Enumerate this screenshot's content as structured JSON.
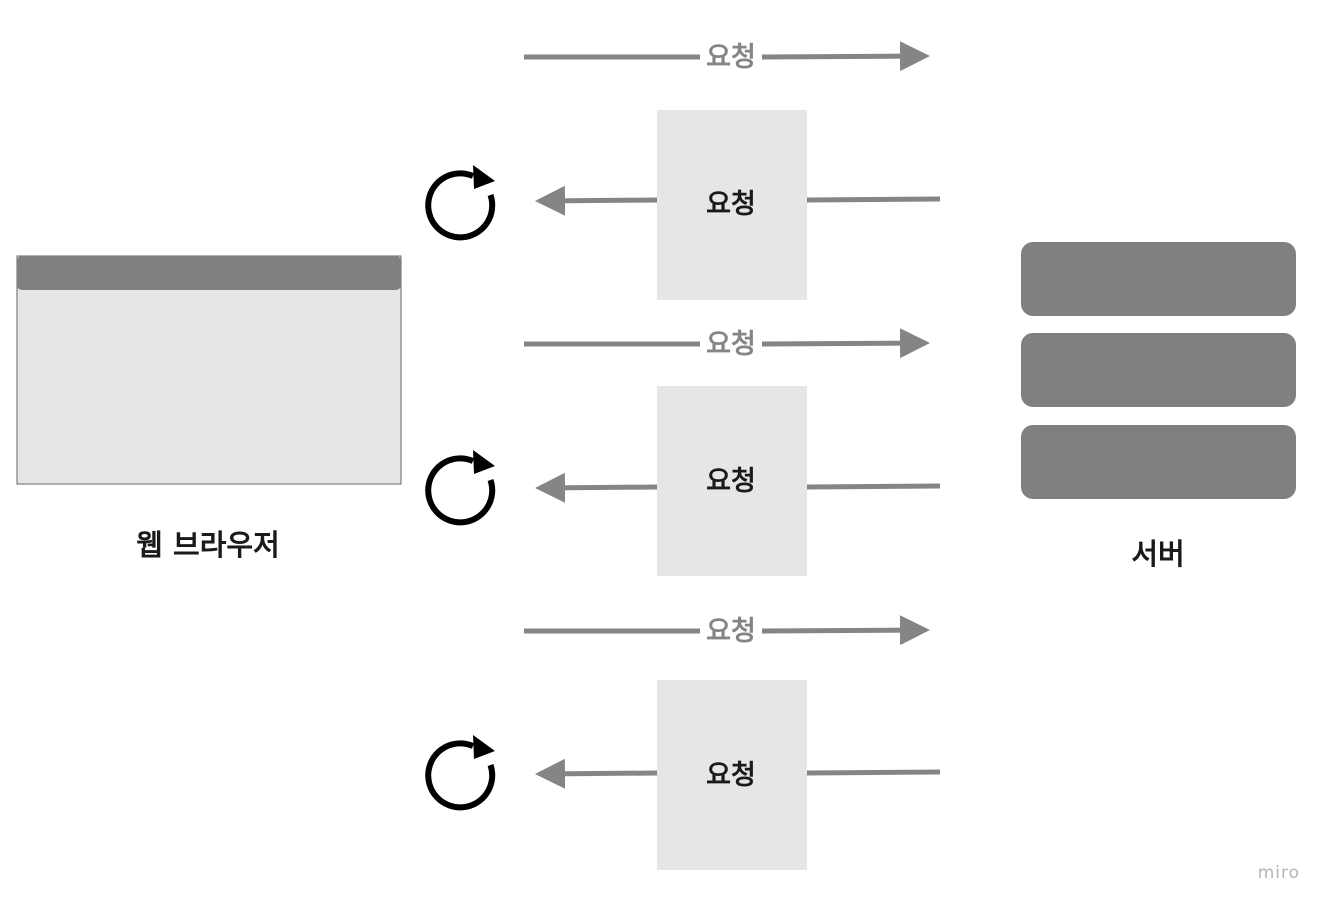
{
  "colors": {
    "arrow": "#858585",
    "box_fill": "#e6e6e6",
    "server_block": "#808080",
    "browser_title_bar": "#808080",
    "browser_body": "#e6e6e6",
    "reload_icon": "#000000"
  },
  "browser": {
    "caption": "웹 브라우저"
  },
  "server": {
    "caption": "서버",
    "blocks": 3
  },
  "exchanges": [
    {
      "request_label": "요청",
      "response_label": "요청"
    },
    {
      "request_label": "요청",
      "response_label": "요청"
    },
    {
      "request_label": "요청",
      "response_label": "요청"
    }
  ],
  "icons": {
    "reload": "reload-icon"
  },
  "watermark": "miro"
}
